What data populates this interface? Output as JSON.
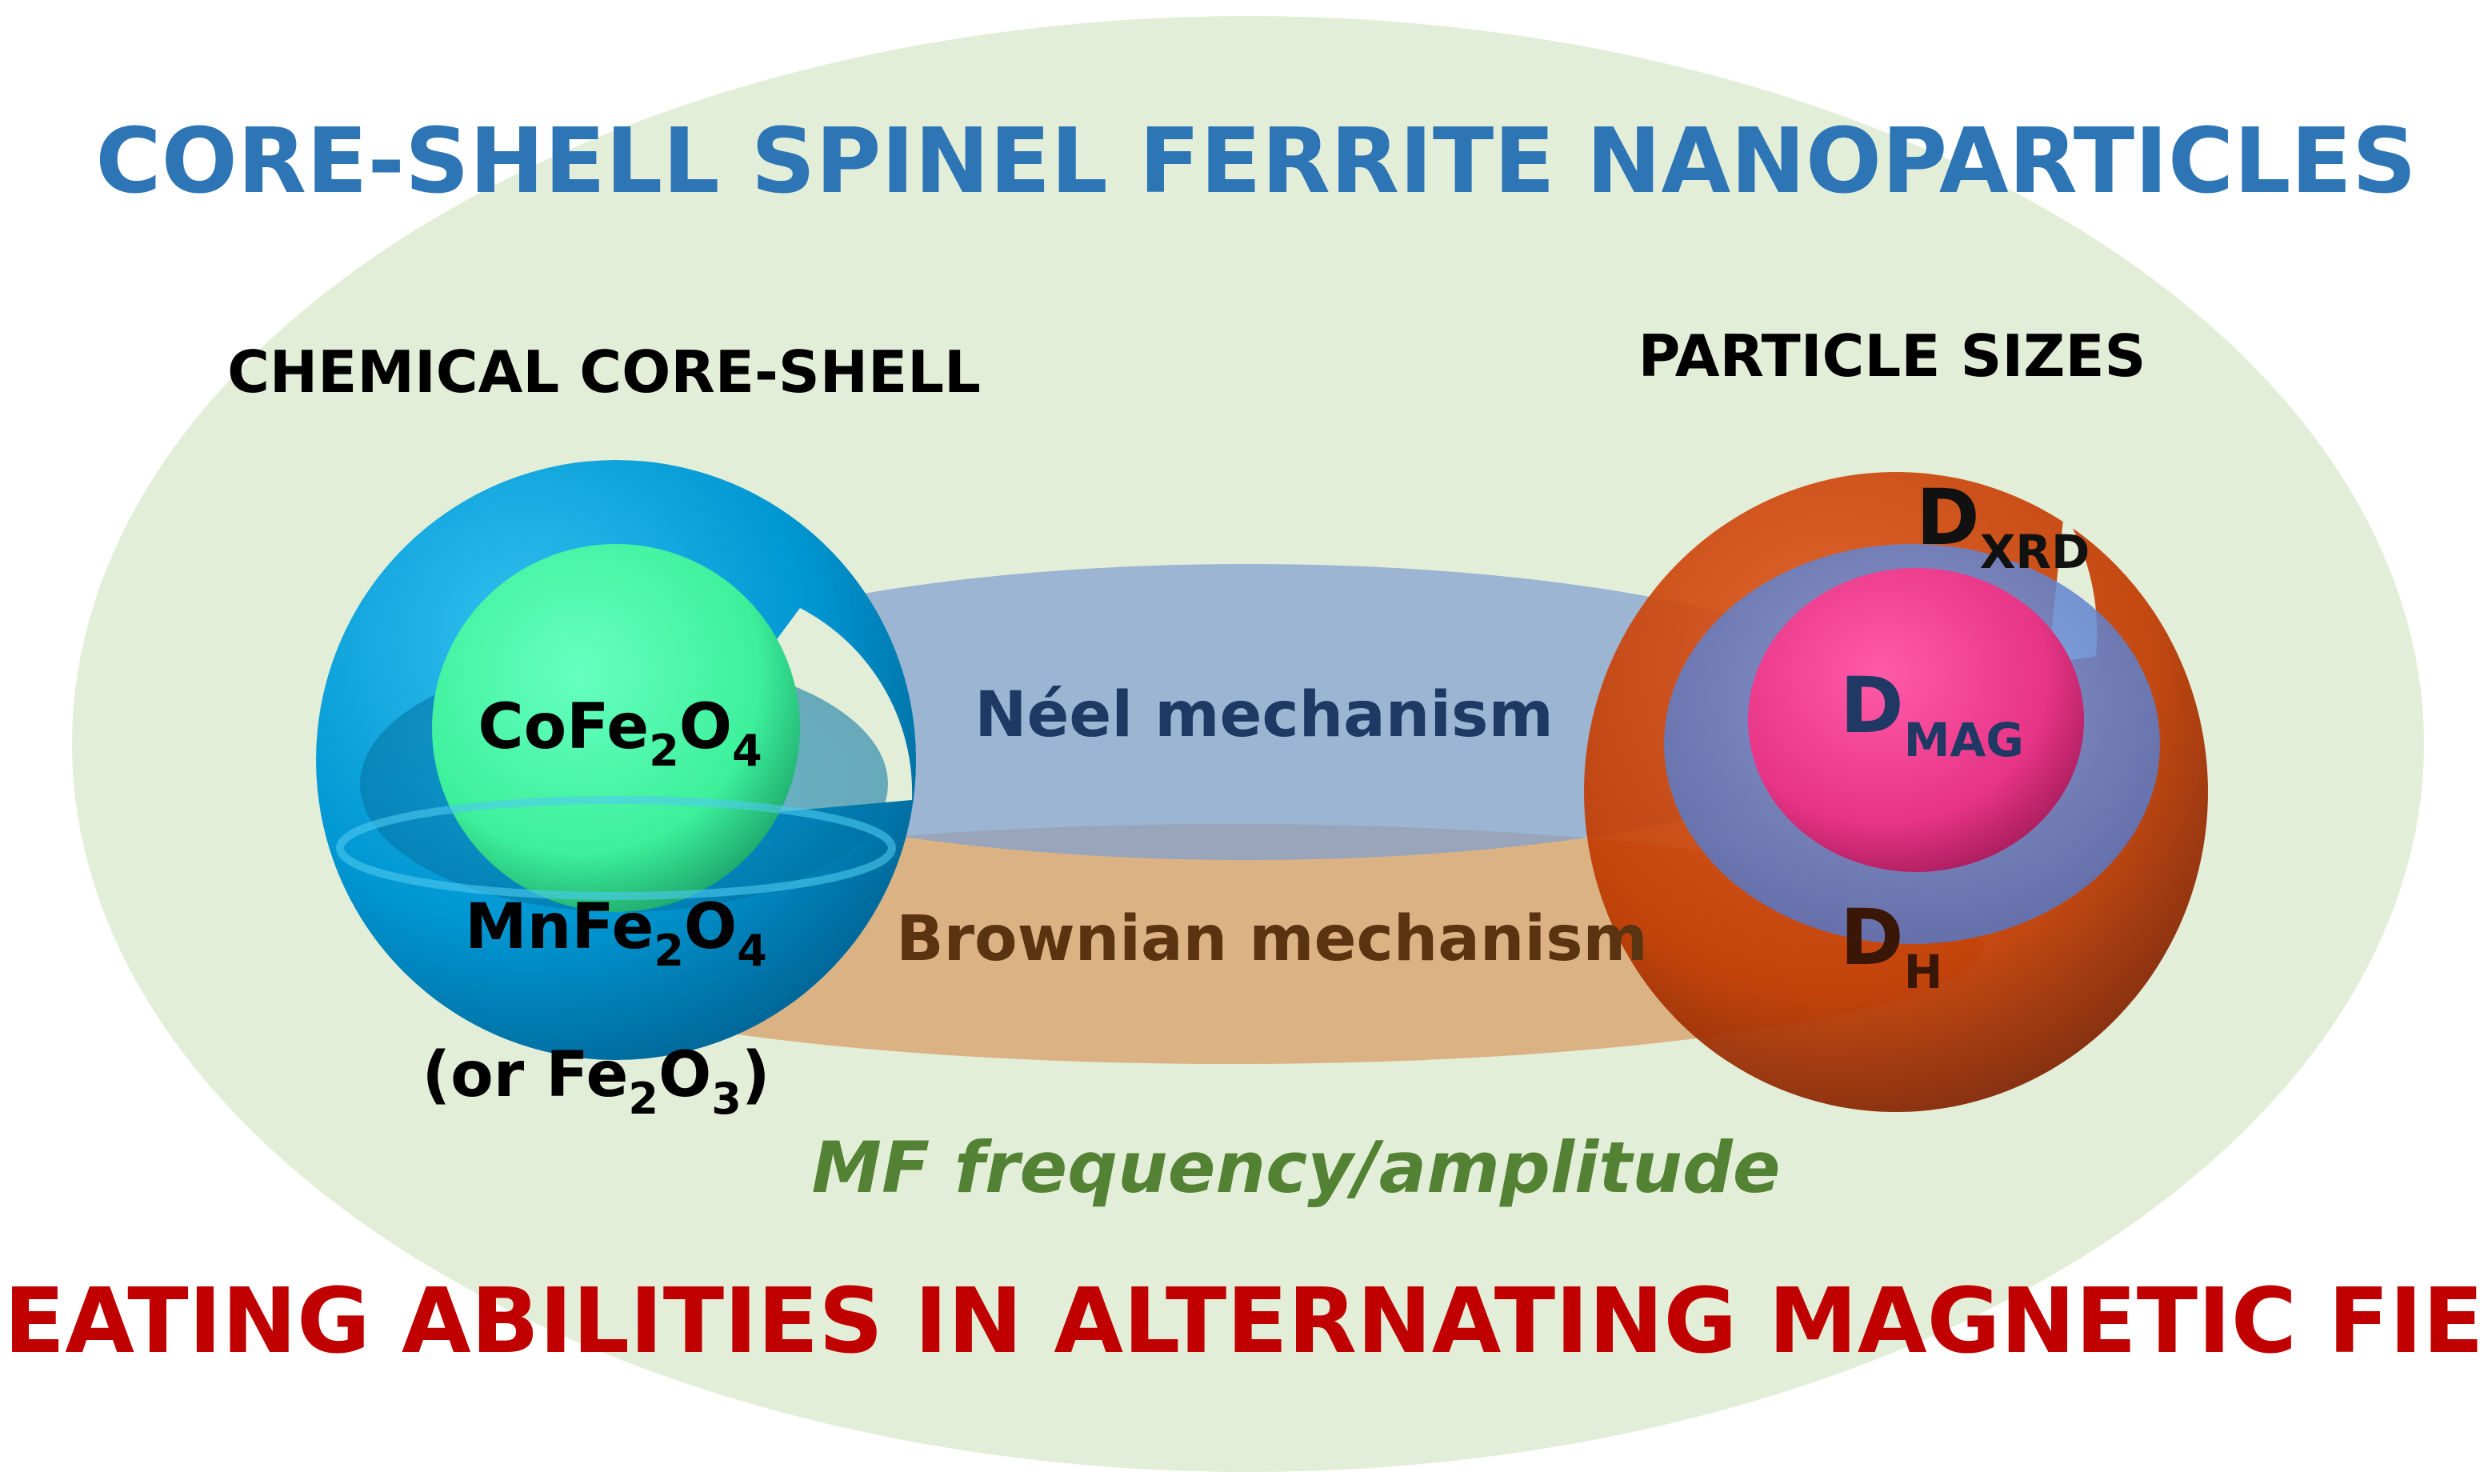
{
  "title": "CORE-SHELL SPINEL FERRITE NANOPARTICLES",
  "bottom_title": "HEATING ABILITIES IN ALTERNATING MAGNETIC FIELD",
  "left_panel": {
    "heading": "CHEMICAL CORE-SHELL",
    "core": {
      "base": "CoFe",
      "sub1": "2",
      "mid": "O",
      "sub2": "4"
    },
    "shell": {
      "base": "MnFe",
      "sub1": "2",
      "mid": "O",
      "sub2": "4"
    },
    "shell_alt": {
      "open": "(or Fe",
      "sub1": "2",
      "mid": "O",
      "sub2": "3",
      "close": ")"
    }
  },
  "right_panel": {
    "heading": "PARTICLE SIZES",
    "d_xrd": {
      "base": "D",
      "sub": "XRD"
    },
    "d_mag": {
      "base": "D",
      "sub": "MAG"
    },
    "d_h": {
      "base": "D",
      "sub": "H"
    }
  },
  "mechanisms": {
    "neel": "Néel mechanism",
    "brownian": "Brownian mechanism"
  },
  "field_label": "MF frequency/amplitude",
  "colors": {
    "background_ellipse": "#e3eed8",
    "title": "#2e75b6",
    "bottom_title": "#c00000",
    "field_label": "#548235",
    "neel_band": "#7f9fd0",
    "neel_text": "#1f3864",
    "brownian_band": "#d9a16c",
    "brownian_text": "#5a3310",
    "left_shell": "#00a0dc",
    "left_core": "#4dffa6",
    "right_shell": "#c83c00",
    "right_middle": "#6a8fdc",
    "right_core": "#ec3c8c"
  }
}
